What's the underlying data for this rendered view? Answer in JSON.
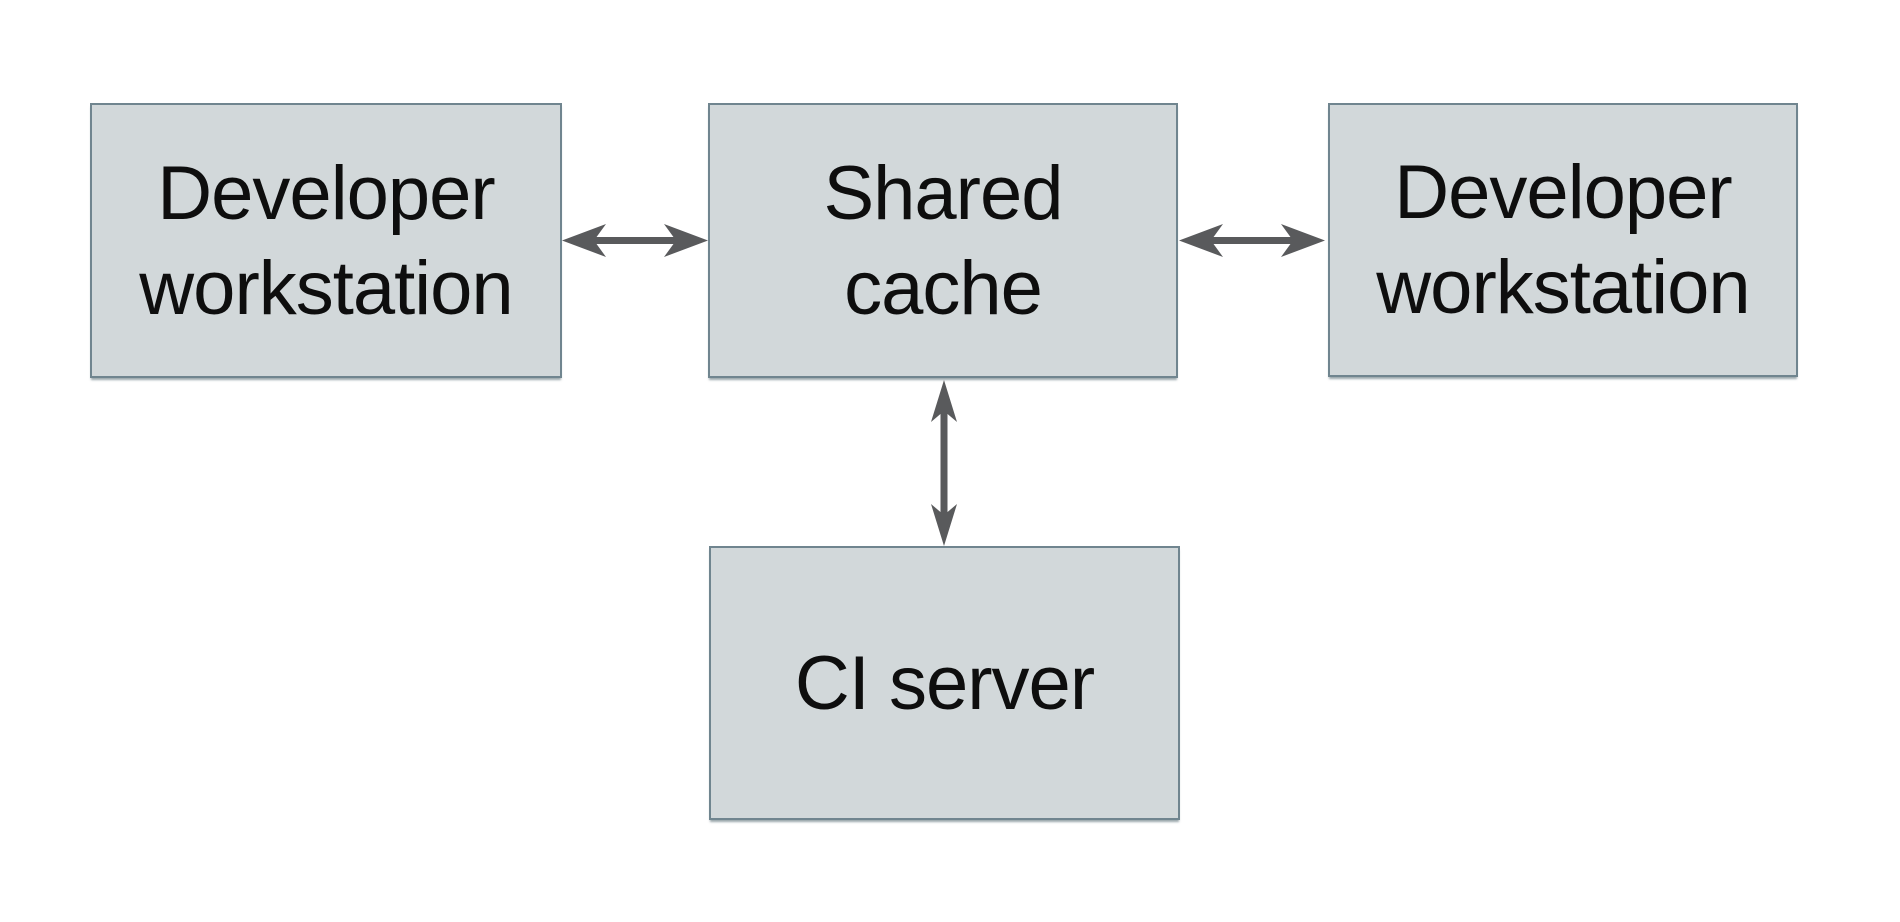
{
  "diagram": {
    "colors": {
      "background": "#ffffff",
      "box_fill": "#d2d8da",
      "box_border": "#70858f",
      "arrow_color": "#595a5c",
      "text_color": "#0e0e0e"
    },
    "nodes": {
      "developer_workstation_left": {
        "label": "Developer\nworkstation"
      },
      "shared_cache": {
        "label": "Shared\ncache"
      },
      "developer_workstation_right": {
        "label": "Developer\nworkstation"
      },
      "ci_server": {
        "label": "CI server"
      }
    },
    "edges": [
      {
        "from": "developer_workstation_left",
        "to": "shared_cache",
        "direction": "bidirectional"
      },
      {
        "from": "shared_cache",
        "to": "developer_workstation_right",
        "direction": "bidirectional"
      },
      {
        "from": "shared_cache",
        "to": "ci_server",
        "direction": "bidirectional"
      }
    ]
  }
}
